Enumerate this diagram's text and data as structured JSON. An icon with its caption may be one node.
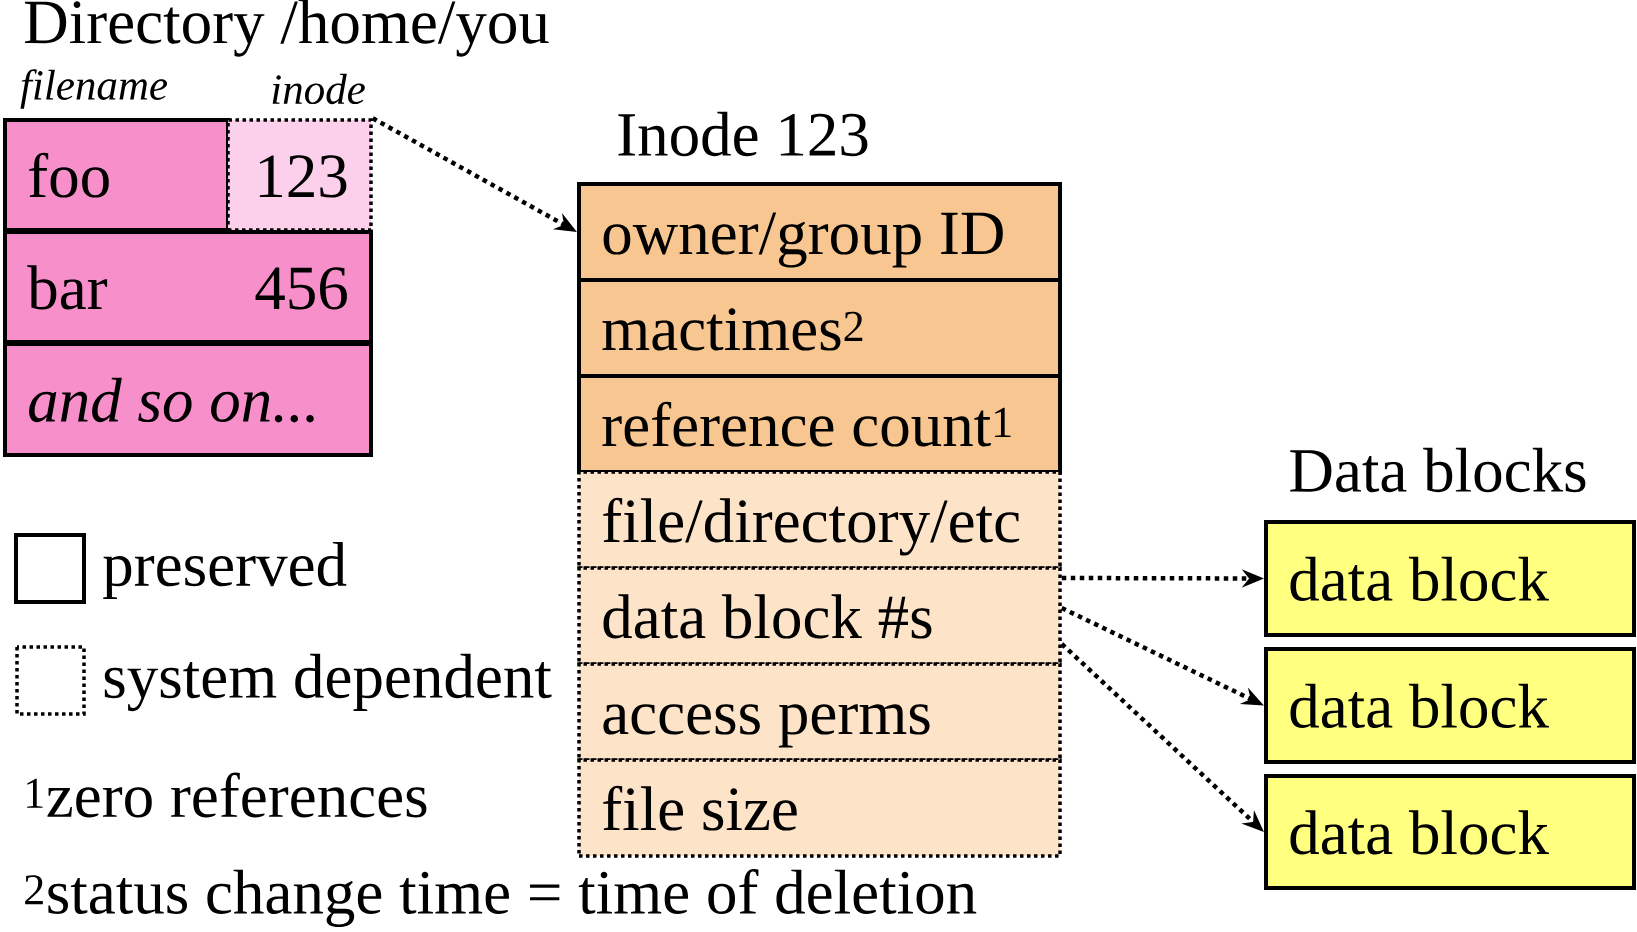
{
  "diagram": {
    "nodes": [
      {
        "text": [
          "foo"
        ]
      },
      {
        "text": [
          "123"
        ]
      },
      {
        "text": [
          "bar",
          "456"
        ]
      },
      {
        "text": [
          "and so on..."
        ]
      },
      {
        "text": [
          "owner/group ID"
        ]
      },
      {
        "text": [
          "mactimes$^{2}$"
        ]
      },
      {
        "text": [
          "reference count$^{1}$"
        ]
      },
      {
        "text": [
          "file/directory/etc"
        ]
      },
      {
        "text": [
          "data block #s"
        ]
      },
      {
        "text": [
          "access perms"
        ]
      },
      {
        "text": [
          "file size"
        ]
      },
      {
        "text": [
          "data block"
        ]
      },
      {
        "text": [
          "data block"
        ]
      },
      {
        "text": [
          "data block"
        ]
      }
    ],
    "edges": [
      {
        "from": 1,
        "to": 4,
        "arrow": "to"
      },
      {
        "from": 8,
        "to": 11,
        "arrow": "to"
      },
      {
        "from": 8,
        "to": 12,
        "arrow": "to"
      },
      {
        "from": 8,
        "to": 13,
        "arrow": "to"
      }
    ],
    "labels": [
      "Directory /home/you",
      "filename",
      "inode",
      "Inode 123",
      "Data blocks",
      "$^{1}$zero references",
      "$^{2}$status change time = time of deletion"
    ],
    "legend": [
      {
        "text": "preserved"
      },
      {
        "text": "system dependent"
      }
    ]
  }
}
